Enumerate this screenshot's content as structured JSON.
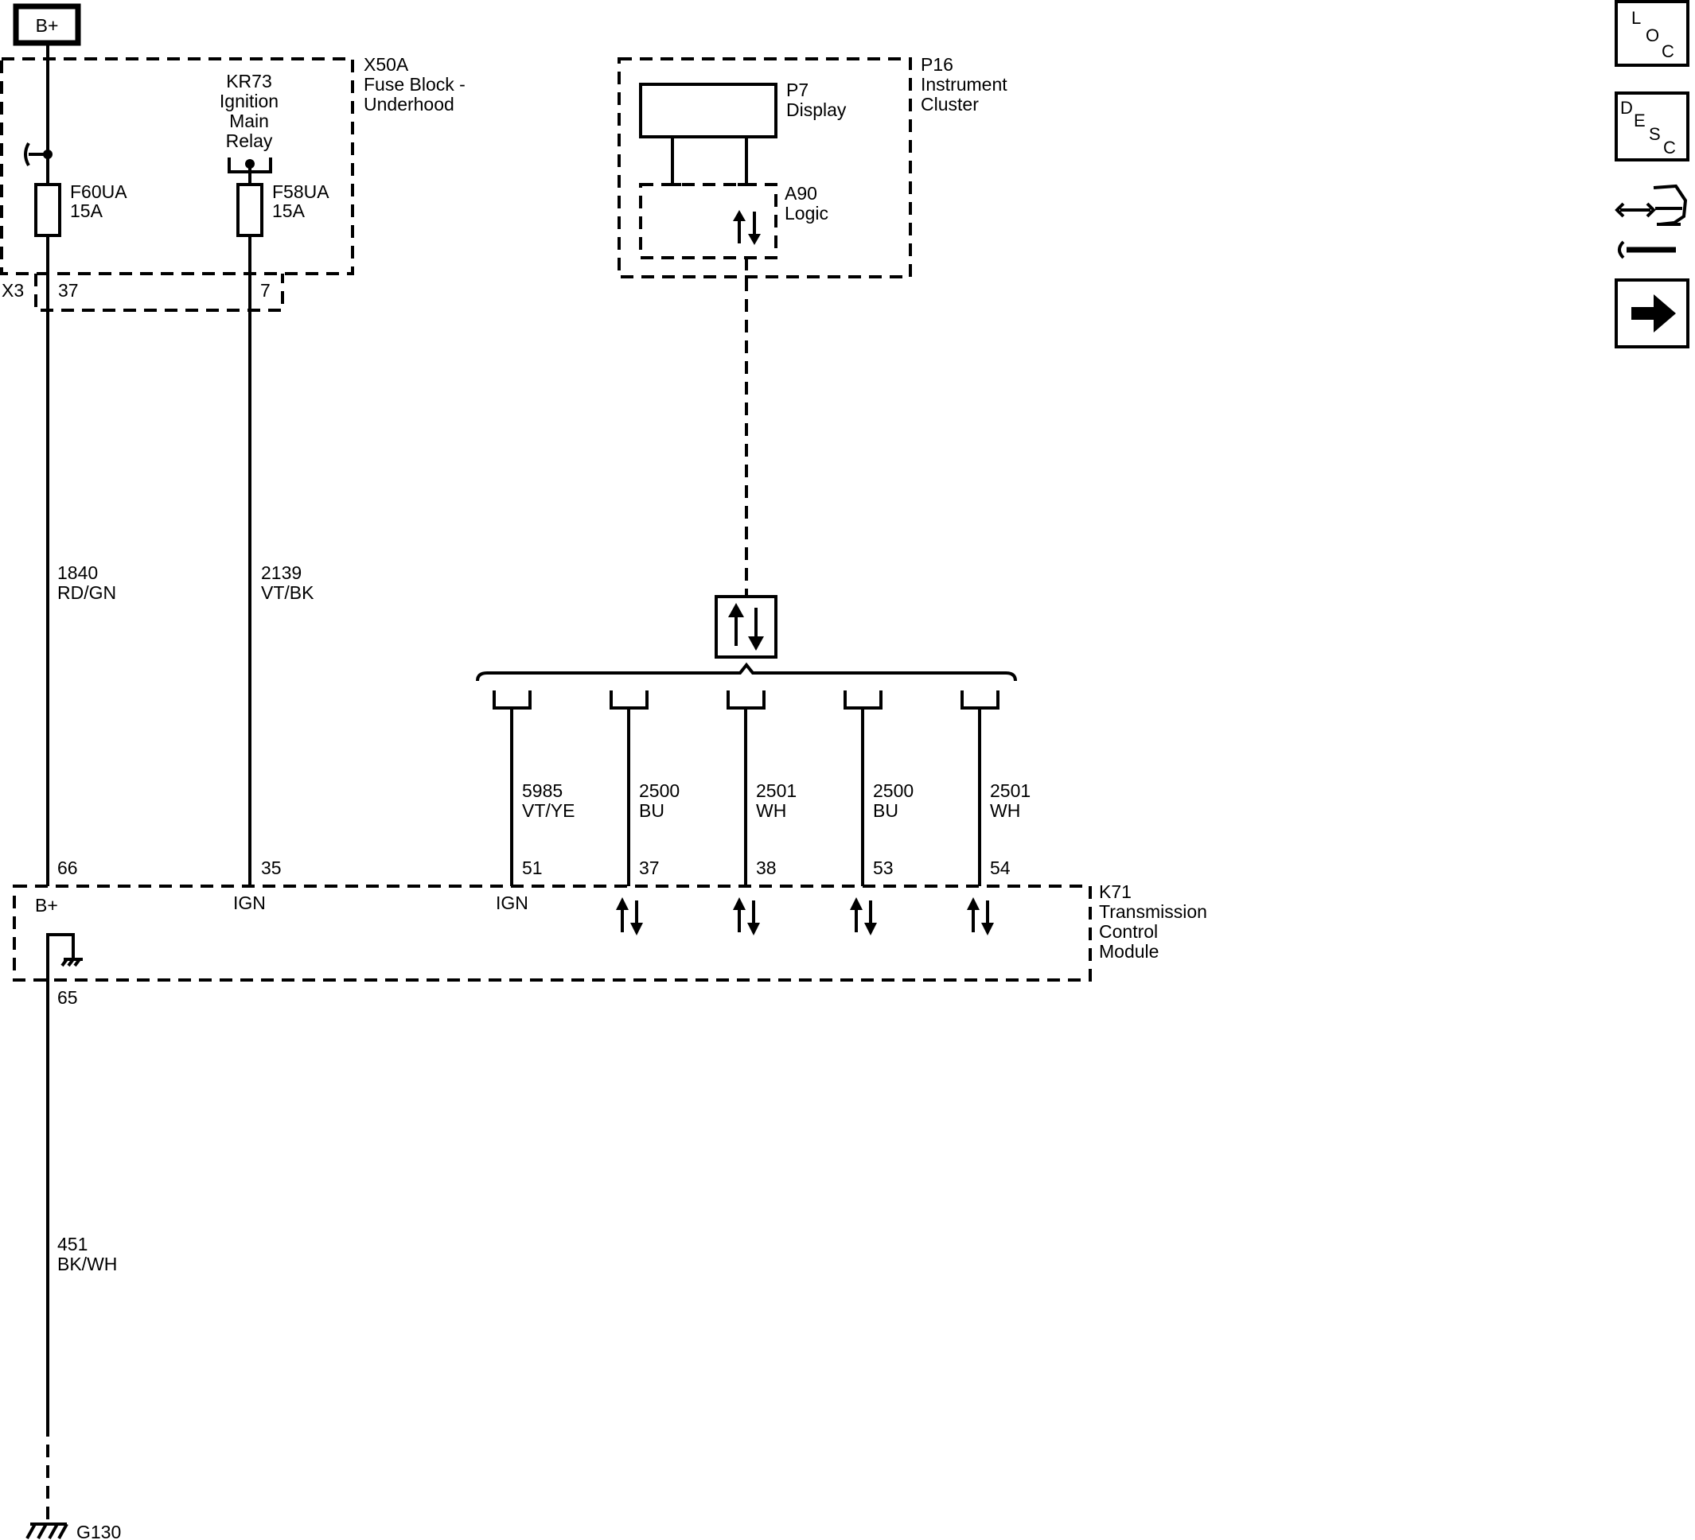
{
  "battery": {
    "label": "B+"
  },
  "fuse_block": {
    "name": "X50A",
    "desc1": "Fuse Block -",
    "desc2": "Underhood",
    "relay": {
      "name": "KR73",
      "l1": "Ignition",
      "l2": "Main",
      "l3": "Relay"
    },
    "fuse_a": {
      "name": "F60UA",
      "rating": "15A"
    },
    "fuse_b": {
      "name": "F58UA",
      "rating": "15A"
    },
    "connector": "X3",
    "pin_a": "37",
    "pin_b": "7"
  },
  "wires": {
    "w1840": {
      "num": "1840",
      "color": "RD/GN"
    },
    "w2139": {
      "num": "2139",
      "color": "VT/BK"
    },
    "w5985": {
      "num": "5985",
      "color": "VT/YE"
    },
    "w2500a": {
      "num": "2500",
      "color": "BU"
    },
    "w2501a": {
      "num": "2501",
      "color": "WH"
    },
    "w2500b": {
      "num": "2500",
      "color": "BU"
    },
    "w2501b": {
      "num": "2501",
      "color": "WH"
    },
    "w451": {
      "num": "451",
      "color": "BK/WH"
    }
  },
  "cluster": {
    "name": "P16",
    "l1": "Instrument",
    "l2": "Cluster",
    "display": {
      "name": "P7",
      "label": "Display"
    },
    "logic": {
      "name": "A90",
      "label": "Logic"
    }
  },
  "tcm": {
    "name": "K71",
    "l1": "Transmission",
    "l2": "Control",
    "l3": "Module",
    "pins": {
      "p66": "66",
      "p35": "35",
      "p51": "51",
      "p37": "37",
      "p38": "38",
      "p53": "53",
      "p54": "54",
      "p65": "65"
    },
    "bplus": "B+",
    "ign1": "IGN",
    "ign2": "IGN"
  },
  "ground": {
    "label": "G130"
  },
  "nav": {
    "loc": {
      "l": "L",
      "o": "O",
      "c": "C"
    },
    "desc": {
      "d": "D",
      "e": "E",
      "s": "S",
      "c": "C"
    },
    "icons": [
      "loc-icon",
      "desc-icon",
      "connector-wrench-icon",
      "next-arrow-icon"
    ]
  }
}
